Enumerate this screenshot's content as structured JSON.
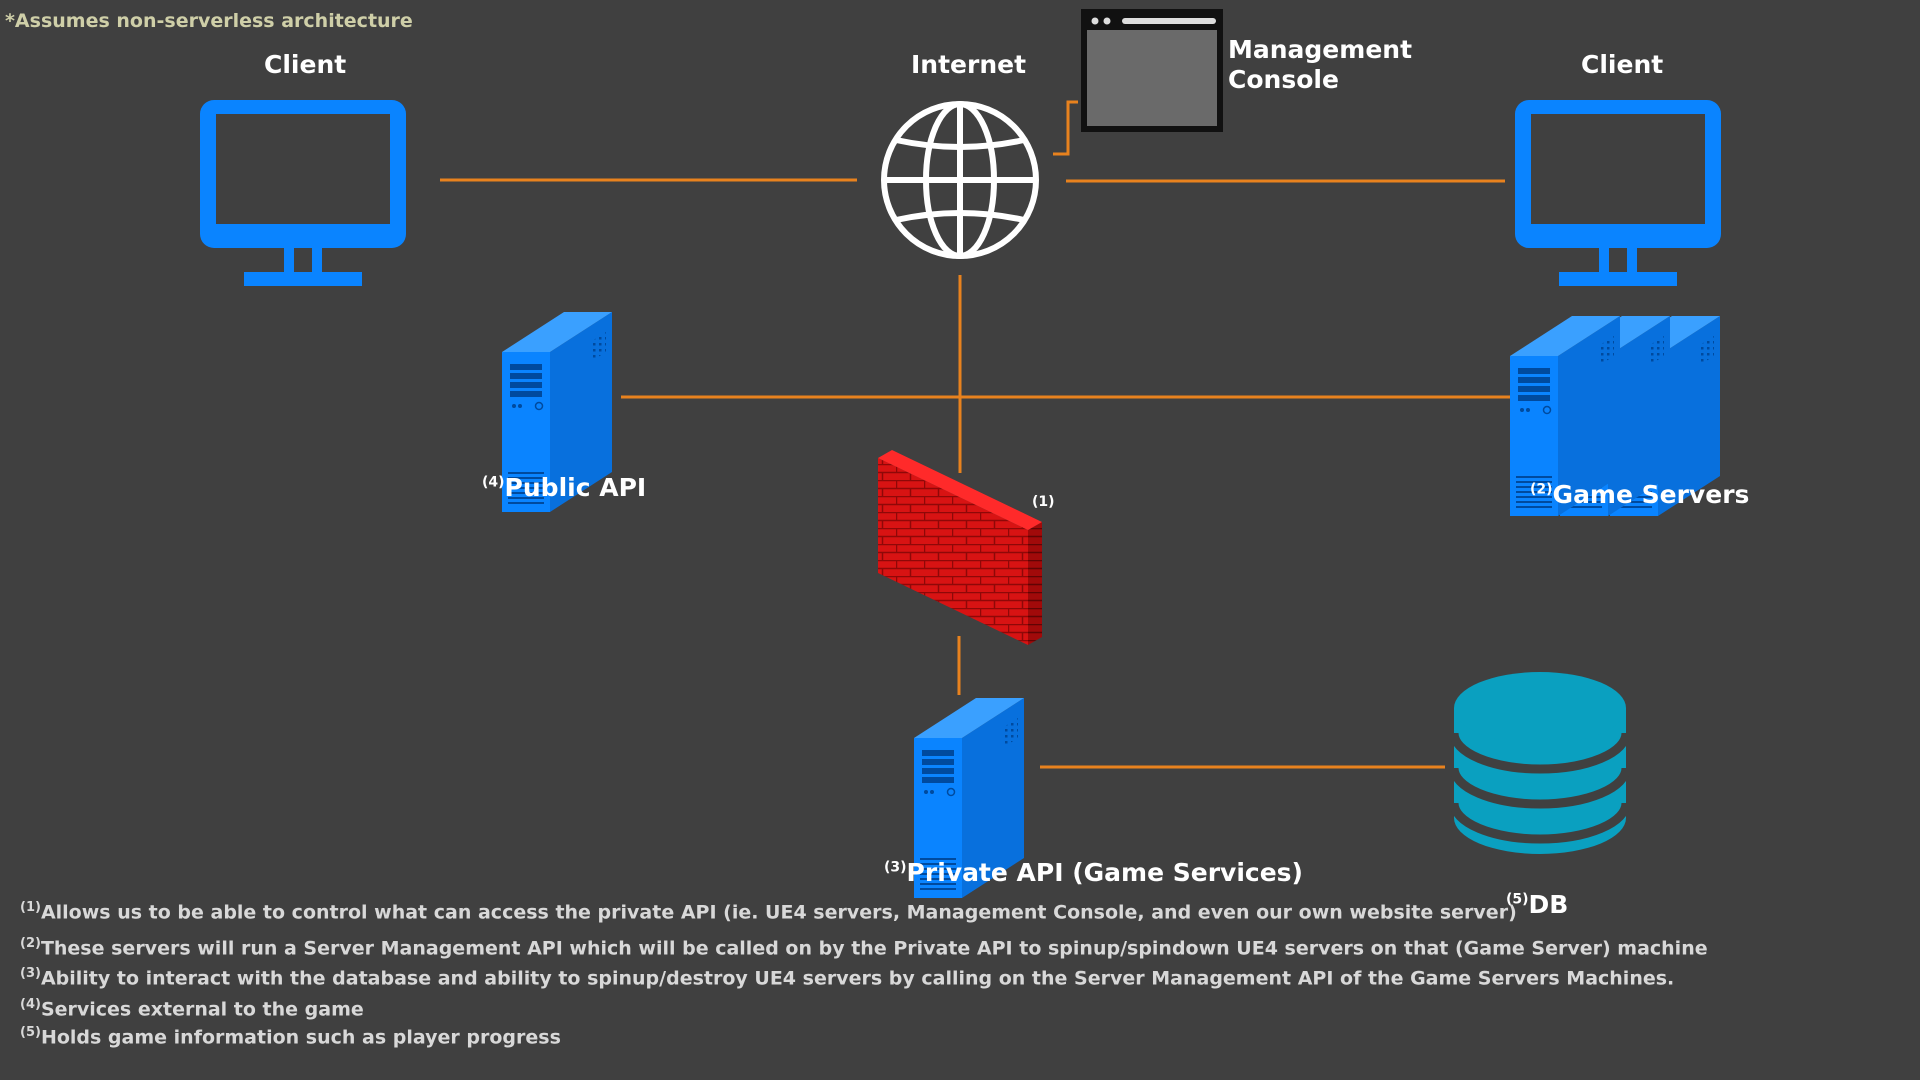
{
  "note": "*Assumes non-serverless architecture",
  "nodes": {
    "client_left": "Client",
    "internet": "Internet",
    "management_console": [
      "Management",
      "Console"
    ],
    "client_right": "Client",
    "public_api": {
      "ref": "(4)",
      "label": "Public API"
    },
    "game_servers": {
      "ref": "(2)",
      "label": "Game Servers"
    },
    "firewall": {
      "ref": "(1)"
    },
    "private_api": {
      "ref": "(3)",
      "label": "Private API (Game Services)"
    },
    "db": {
      "ref": "(5)",
      "label": "DB"
    }
  },
  "footnotes": [
    {
      "ref": "(1)",
      "text": "Allows us to be able to control what can access the private API (ie. UE4 servers, Management Console, and even our own website server)"
    },
    {
      "ref": "(2)",
      "text": "These servers will run a Server Management API which will be called on by the Private API to spinup/spindown UE4 servers on that (Game Server) machine"
    },
    {
      "ref": "(3)",
      "text": "Ability to interact with the database and ability to spinup/destroy UE4 servers by calling on the Server Management API of the Game Servers Machines."
    },
    {
      "ref": "(4)",
      "text": "Services external to the game"
    },
    {
      "ref": "(5)",
      "text": "Holds game information such as player progress"
    }
  ],
  "colors": {
    "background": "#404040",
    "connector": "#e8821e",
    "device_blue": "#0a84ff",
    "firewall_red": "#e01010",
    "database_teal": "#0aa0c0"
  }
}
